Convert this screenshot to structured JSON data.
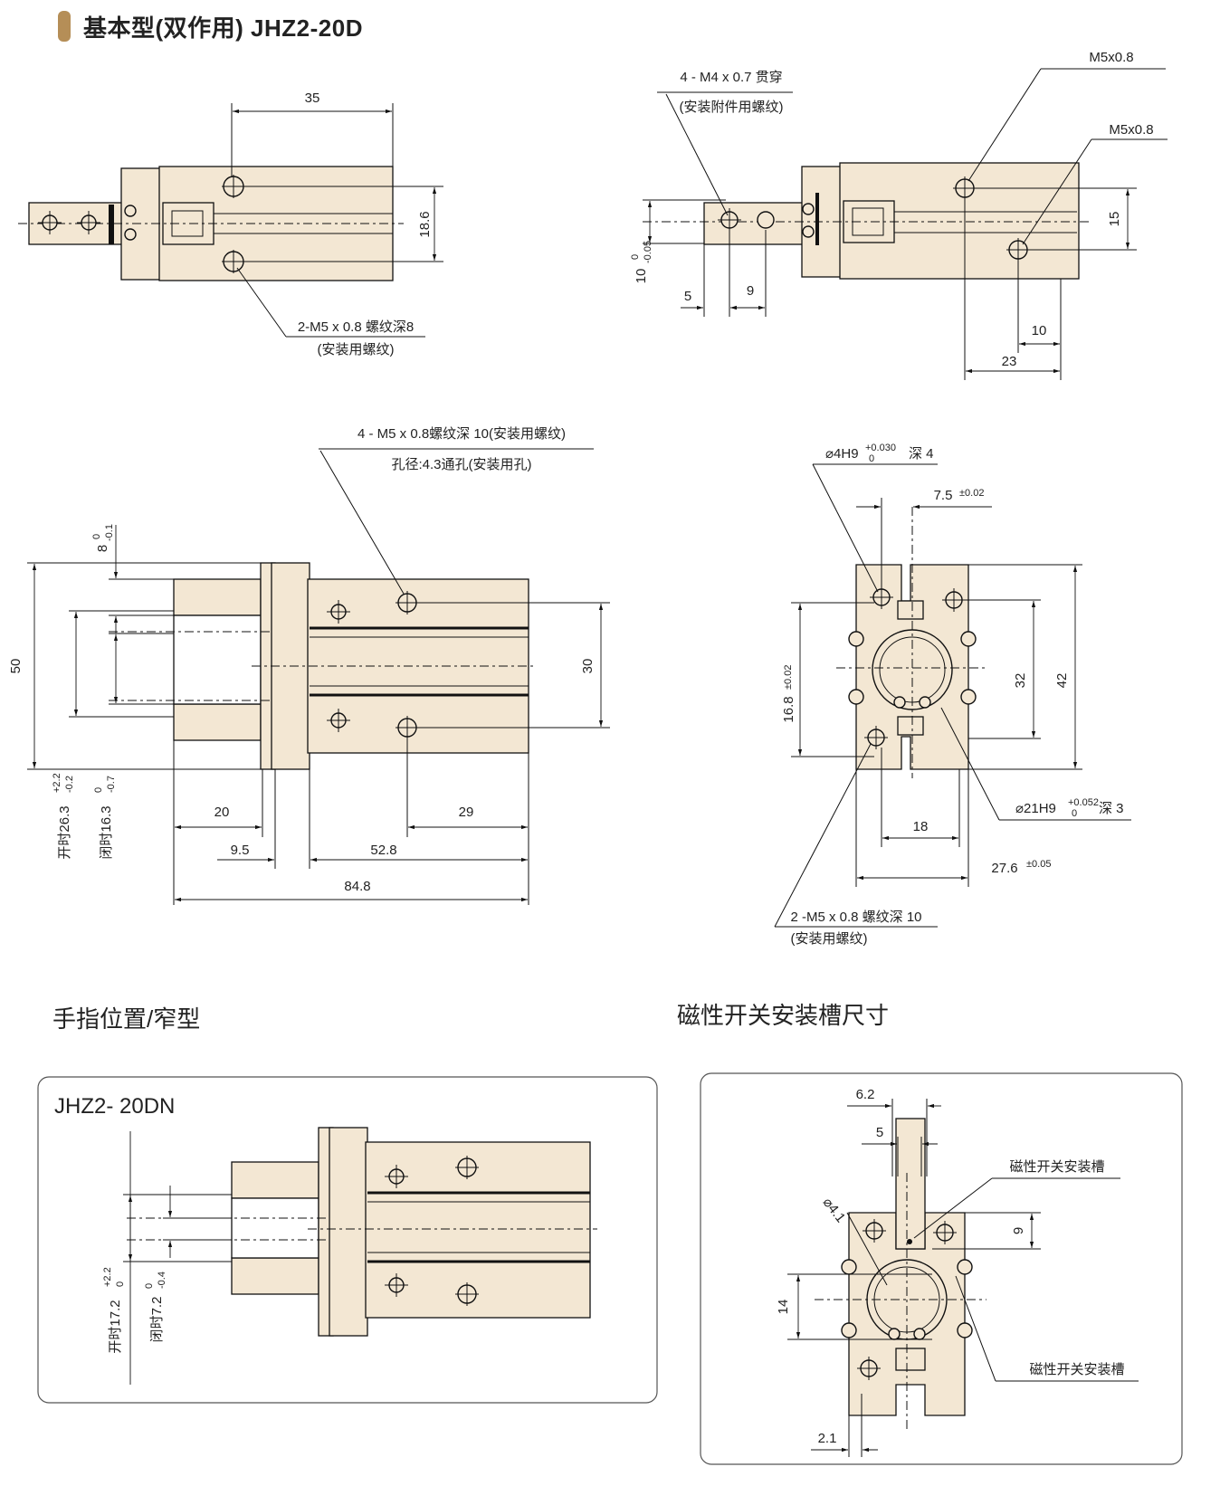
{
  "page": {
    "title": "基本型(双作用) JHZ2-20D",
    "section_narrow_title": "手指位置/窄型",
    "section_switch_title": "磁性开关安装槽尺寸",
    "narrow_model": "JHZ2- 20DN"
  },
  "colors": {
    "body_fill": "#f3e7d3",
    "accent": "#b58e57",
    "line": "#111111"
  },
  "top_left": {
    "dim_35": "35",
    "dim_18_6": "18.6",
    "note_line1": "2-M5 x 0.8 螺纹深8",
    "note_line2": "(安装用螺纹)"
  },
  "top_right": {
    "note_a_line1": "4 - M4 x 0.7 贯穿",
    "note_a_line2": "(安装附件用螺纹)",
    "m5_a": "M5x0.8",
    "m5_b": "M5x0.8",
    "dim_15": "15",
    "dim_10_tol": "10",
    "tol_10_upper": "0",
    "tol_10_lower": "-0.05",
    "dim_5": "5",
    "dim_9": "9",
    "dim_10": "10",
    "dim_23": "23"
  },
  "side_view": {
    "note_line1": "4 - M5 x 0.8螺纹深 10(安装用螺纹)",
    "note_line2": "孔径:4.3通孔(安装用孔)",
    "dim_8": "8",
    "tol_8_upper": "0",
    "tol_8_lower": "-0.1",
    "dim_50": "50",
    "dim_30": "30",
    "open_label": "开时26.3",
    "open_tol_upper": "+2.2",
    "open_tol_lower": "-0.2",
    "close_label": "闭时16.3",
    "close_tol_upper": "0",
    "close_tol_lower": "-0.7",
    "dim_20": "20",
    "dim_29": "29",
    "dim_9_5": "9.5",
    "dim_52_8": "52.8",
    "dim_84_8": "84.8"
  },
  "end_view": {
    "note_pin": "⌀4H9",
    "note_pin_tol_upper": "+0.030",
    "note_pin_tol_lower": "0",
    "note_pin_depth": "深 4",
    "dim_7_5": "7.5",
    "dim_7_5_tol": "±0.02",
    "dim_16_8": "16.8",
    "dim_16_8_tol": "±0.02",
    "dim_32": "32",
    "dim_42": "42",
    "note_bore": "⌀21H9",
    "note_bore_tol_upper": "+0.052",
    "note_bore_tol_lower": "0",
    "note_bore_depth": "深 3",
    "dim_18": "18",
    "dim_27_6": "27.6",
    "dim_27_6_tol": "±0.05",
    "note_thread_line1": "2 -M5 x 0.8 螺纹深 10",
    "note_thread_line2": "(安装用螺纹)"
  },
  "narrow": {
    "open_label": "开时17.2",
    "open_tol_upper": "+2.2",
    "open_tol_lower": "0",
    "close_label": "闭时7.2",
    "close_tol_upper": "0",
    "close_tol_lower": "-0.4"
  },
  "switch_slot": {
    "dim_6_2": "6.2",
    "dim_5": "5",
    "dim_4_1": "⌀4.1",
    "dim_9": "9",
    "dim_14": "14",
    "dim_2_1": "2.1",
    "slot_label_1": "磁性开关安装槽",
    "slot_label_2": "磁性开关安装槽"
  }
}
